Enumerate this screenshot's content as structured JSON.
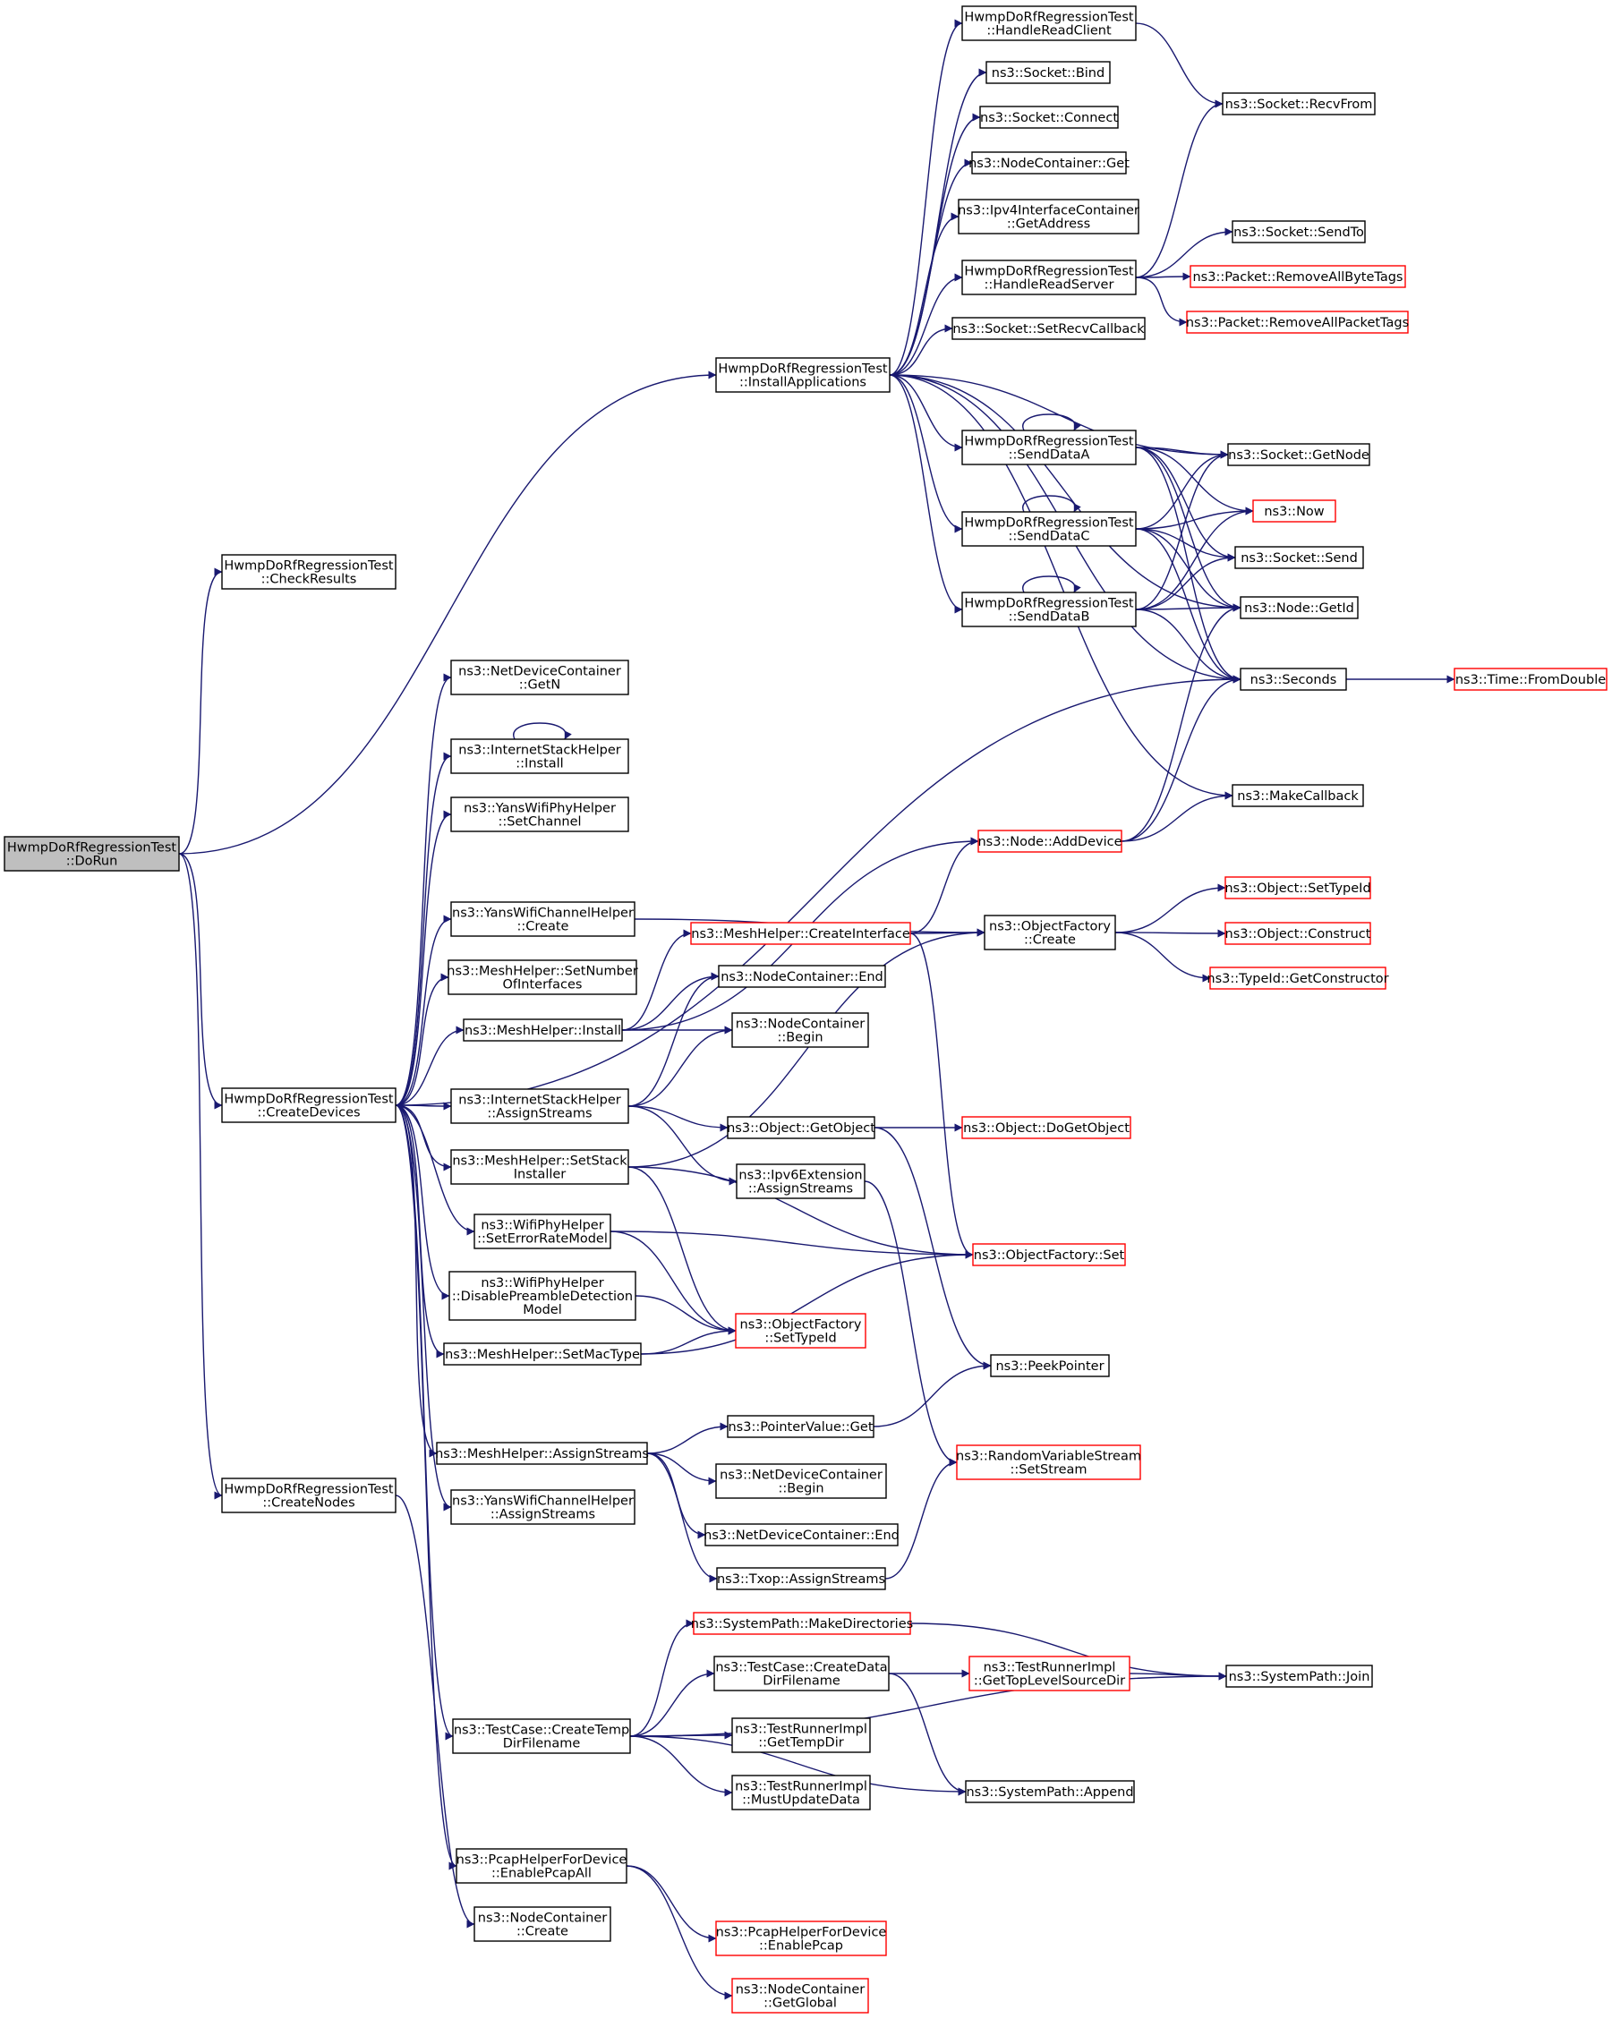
{
  "colors": {
    "edge": "#191970",
    "node_border": "#000000",
    "external_border": "#ff0000",
    "root_fill": "#bfbfbf",
    "background": "#ffffff"
  },
  "nodes": [
    {
      "id": "dorun",
      "lines": [
        "HwmpDoRfRegressionTest",
        "::DoRun"
      ],
      "root": true
    },
    {
      "id": "checkresults",
      "lines": [
        "HwmpDoRfRegressionTest",
        "::CheckResults"
      ]
    },
    {
      "id": "installapps",
      "lines": [
        "HwmpDoRfRegressionTest",
        "::InstallApplications"
      ]
    },
    {
      "id": "createdevices",
      "lines": [
        "HwmpDoRfRegressionTest",
        "::CreateDevices"
      ]
    },
    {
      "id": "createnodes",
      "lines": [
        "HwmpDoRfRegressionTest",
        "::CreateNodes"
      ]
    },
    {
      "id": "handlereadclient",
      "lines": [
        "HwmpDoRfRegressionTest",
        "::HandleReadClient"
      ]
    },
    {
      "id": "socketbind",
      "lines": [
        "ns3::Socket::Bind"
      ]
    },
    {
      "id": "socketconnect",
      "lines": [
        "ns3::Socket::Connect"
      ]
    },
    {
      "id": "nodecontainerget",
      "lines": [
        "ns3::NodeContainer::Get"
      ]
    },
    {
      "id": "ipv4getaddress",
      "lines": [
        "ns3::Ipv4InterfaceContainer",
        "::GetAddress"
      ]
    },
    {
      "id": "handlereadserver",
      "lines": [
        "HwmpDoRfRegressionTest",
        "::HandleReadServer"
      ]
    },
    {
      "id": "setrecvcallback",
      "lines": [
        "ns3::Socket::SetRecvCallback"
      ]
    },
    {
      "id": "senddataa",
      "lines": [
        "HwmpDoRfRegressionTest",
        "::SendDataA"
      ]
    },
    {
      "id": "senddatac",
      "lines": [
        "HwmpDoRfRegressionTest",
        "::SendDataC"
      ]
    },
    {
      "id": "senddatab",
      "lines": [
        "HwmpDoRfRegressionTest",
        "::SendDataB"
      ]
    },
    {
      "id": "recvfrom",
      "lines": [
        "ns3::Socket::RecvFrom"
      ]
    },
    {
      "id": "sendto",
      "lines": [
        "ns3::Socket::SendTo"
      ]
    },
    {
      "id": "removeallbytetags",
      "lines": [
        "ns3::Packet::RemoveAllByteTags"
      ],
      "red": true
    },
    {
      "id": "removeallpackettags",
      "lines": [
        "ns3::Packet::RemoveAllPacketTags"
      ],
      "red": true
    },
    {
      "id": "socketgetnode",
      "lines": [
        "ns3::Socket::GetNode"
      ]
    },
    {
      "id": "now",
      "lines": [
        "ns3::Now"
      ],
      "red": true
    },
    {
      "id": "socketsend",
      "lines": [
        "ns3::Socket::Send"
      ]
    },
    {
      "id": "nodegetid",
      "lines": [
        "ns3::Node::GetId"
      ]
    },
    {
      "id": "seconds",
      "lines": [
        "ns3::Seconds"
      ]
    },
    {
      "id": "fromdouble",
      "lines": [
        "ns3::Time::FromDouble"
      ],
      "red": true
    },
    {
      "id": "makecallback",
      "lines": [
        "ns3::MakeCallback"
      ]
    },
    {
      "id": "nodeadddevice",
      "lines": [
        "ns3::Node::AddDevice"
      ],
      "red": true
    },
    {
      "id": "ndcgetn",
      "lines": [
        "ns3::NetDeviceContainer",
        "::GetN"
      ]
    },
    {
      "id": "ishinstall",
      "lines": [
        "ns3::InternetStackHelper",
        "::Install"
      ]
    },
    {
      "id": "yanssetchannel",
      "lines": [
        "ns3::YansWifiPhyHelper",
        "::SetChannel"
      ]
    },
    {
      "id": "yanschannelcreate",
      "lines": [
        "ns3::YansWifiChannelHelper",
        "::Create"
      ]
    },
    {
      "id": "setnumberofinterfaces",
      "lines": [
        "ns3::MeshHelper::SetNumber",
        "OfInterfaces"
      ]
    },
    {
      "id": "meshinstall",
      "lines": [
        "ns3::MeshHelper::Install"
      ]
    },
    {
      "id": "ishassignstreams",
      "lines": [
        "ns3::InternetStackHelper",
        "::AssignStreams"
      ]
    },
    {
      "id": "setstackinstaller",
      "lines": [
        "ns3::MeshHelper::SetStack",
        "Installer"
      ]
    },
    {
      "id": "seterrorratemodel",
      "lines": [
        "ns3::WifiPhyHelper",
        "::SetErrorRateModel"
      ]
    },
    {
      "id": "disablepreamble",
      "lines": [
        "ns3::WifiPhyHelper",
        "::DisablePreambleDetection",
        "Model"
      ]
    },
    {
      "id": "setmactype",
      "lines": [
        "ns3::MeshHelper::SetMacType"
      ]
    },
    {
      "id": "meshassignstreams",
      "lines": [
        "ns3::MeshHelper::AssignStreams"
      ]
    },
    {
      "id": "yanschannelassign",
      "lines": [
        "ns3::YansWifiChannelHelper",
        "::AssignStreams"
      ]
    },
    {
      "id": "createtempdir",
      "lines": [
        "ns3::TestCase::CreateTemp",
        "DirFilename"
      ]
    },
    {
      "id": "enablepcapall",
      "lines": [
        "ns3::PcapHelperForDevice",
        "::EnablePcapAll"
      ]
    },
    {
      "id": "nccreate",
      "lines": [
        "ns3::NodeContainer",
        "::Create"
      ]
    },
    {
      "id": "createinterface",
      "lines": [
        "ns3::MeshHelper::CreateInterface"
      ],
      "red": true
    },
    {
      "id": "ofcreate",
      "lines": [
        "ns3::ObjectFactory",
        "::Create"
      ]
    },
    {
      "id": "ncend",
      "lines": [
        "ns3::NodeContainer::End"
      ]
    },
    {
      "id": "ncbegin",
      "lines": [
        "ns3::NodeContainer",
        "::Begin"
      ]
    },
    {
      "id": "objectgetobject",
      "lines": [
        "ns3::Object::GetObject"
      ]
    },
    {
      "id": "ipv6ext",
      "lines": [
        "ns3::Ipv6Extension",
        "::AssignStreams"
      ]
    },
    {
      "id": "settypeid",
      "lines": [
        "ns3::Object::SetTypeId"
      ],
      "red": true
    },
    {
      "id": "construct",
      "lines": [
        "ns3::Object::Construct"
      ],
      "red": true
    },
    {
      "id": "getconstructor",
      "lines": [
        "ns3::TypeId::GetConstructor"
      ],
      "red": true
    },
    {
      "id": "dogetobject",
      "lines": [
        "ns3::Object::DoGetObject"
      ],
      "red": true
    },
    {
      "id": "ofset",
      "lines": [
        "ns3::ObjectFactory::Set"
      ],
      "red": true
    },
    {
      "id": "ofsettypeid",
      "lines": [
        "ns3::ObjectFactory",
        "::SetTypeId"
      ],
      "red": true
    },
    {
      "id": "peekpointer",
      "lines": [
        "ns3::PeekPointer"
      ]
    },
    {
      "id": "pointervalueget",
      "lines": [
        "ns3::PointerValue::Get"
      ]
    },
    {
      "id": "ndcbegin",
      "lines": [
        "ns3::NetDeviceContainer",
        "::Begin"
      ]
    },
    {
      "id": "ndcend",
      "lines": [
        "ns3::NetDeviceContainer::End"
      ]
    },
    {
      "id": "txopassign",
      "lines": [
        "ns3::Txop::AssignStreams"
      ]
    },
    {
      "id": "rvssetstream",
      "lines": [
        "ns3::RandomVariableStream",
        "::SetStream"
      ],
      "red": true
    },
    {
      "id": "makedirectories",
      "lines": [
        "ns3::SystemPath::MakeDirectories"
      ],
      "red": true
    },
    {
      "id": "createdatadir",
      "lines": [
        "ns3::TestCase::CreateData",
        "DirFilename"
      ]
    },
    {
      "id": "gettoplevelsourcedir",
      "lines": [
        "ns3::TestRunnerImpl",
        "::GetTopLevelSourceDir"
      ],
      "red": true
    },
    {
      "id": "systempathjoin",
      "lines": [
        "ns3::SystemPath::Join"
      ]
    },
    {
      "id": "gettempdir",
      "lines": [
        "ns3::TestRunnerImpl",
        "::GetTempDir"
      ]
    },
    {
      "id": "mustupdatedata",
      "lines": [
        "ns3::TestRunnerImpl",
        "::MustUpdateData"
      ]
    },
    {
      "id": "systempathappend",
      "lines": [
        "ns3::SystemPath::Append"
      ]
    },
    {
      "id": "enablepcap",
      "lines": [
        "ns3::PcapHelperForDevice",
        "::EnablePcap"
      ],
      "red": true
    },
    {
      "id": "ncgetglobal",
      "lines": [
        "ns3::NodeContainer",
        "::GetGlobal"
      ],
      "red": true
    }
  ],
  "edges": [
    [
      "dorun",
      "checkresults"
    ],
    [
      "dorun",
      "installapps"
    ],
    [
      "dorun",
      "createdevices"
    ],
    [
      "dorun",
      "createnodes"
    ],
    [
      "installapps",
      "handlereadclient"
    ],
    [
      "installapps",
      "socketbind"
    ],
    [
      "installapps",
      "socketconnect"
    ],
    [
      "installapps",
      "nodecontainerget"
    ],
    [
      "installapps",
      "ipv4getaddress"
    ],
    [
      "installapps",
      "handlereadserver"
    ],
    [
      "installapps",
      "setrecvcallback"
    ],
    [
      "installapps",
      "senddataa"
    ],
    [
      "installapps",
      "senddatac"
    ],
    [
      "installapps",
      "senddatab"
    ],
    [
      "installapps",
      "socketgetnode"
    ],
    [
      "installapps",
      "nodegetid"
    ],
    [
      "installapps",
      "seconds"
    ],
    [
      "installapps",
      "makecallback"
    ],
    [
      "handlereadclient",
      "recvfrom"
    ],
    [
      "handlereadserver",
      "recvfrom"
    ],
    [
      "handlereadserver",
      "sendto"
    ],
    [
      "handlereadserver",
      "removeallbytetags"
    ],
    [
      "handlereadserver",
      "removeallpackettags"
    ],
    [
      "senddataa",
      "senddataa"
    ],
    [
      "senddataa",
      "socketgetnode"
    ],
    [
      "senddataa",
      "now"
    ],
    [
      "senddataa",
      "socketsend"
    ],
    [
      "senddataa",
      "nodegetid"
    ],
    [
      "senddataa",
      "seconds"
    ],
    [
      "senddatac",
      "senddatac"
    ],
    [
      "senddatac",
      "socketgetnode"
    ],
    [
      "senddatac",
      "now"
    ],
    [
      "senddatac",
      "socketsend"
    ],
    [
      "senddatac",
      "nodegetid"
    ],
    [
      "senddatac",
      "seconds"
    ],
    [
      "senddatab",
      "senddatab"
    ],
    [
      "senddatab",
      "socketgetnode"
    ],
    [
      "senddatab",
      "now"
    ],
    [
      "senddatab",
      "socketsend"
    ],
    [
      "senddatab",
      "nodegetid"
    ],
    [
      "senddatab",
      "seconds"
    ],
    [
      "seconds",
      "fromdouble"
    ],
    [
      "nodeadddevice",
      "nodegetid"
    ],
    [
      "nodeadddevice",
      "seconds"
    ],
    [
      "nodeadddevice",
      "makecallback"
    ],
    [
      "createdevices",
      "ndcgetn"
    ],
    [
      "createdevices",
      "ishinstall"
    ],
    [
      "createdevices",
      "yanssetchannel"
    ],
    [
      "createdevices",
      "yanschannelcreate"
    ],
    [
      "createdevices",
      "setnumberofinterfaces"
    ],
    [
      "createdevices",
      "meshinstall"
    ],
    [
      "createdevices",
      "ishassignstreams"
    ],
    [
      "createdevices",
      "setstackinstaller"
    ],
    [
      "createdevices",
      "seterrorratemodel"
    ],
    [
      "createdevices",
      "disablepreamble"
    ],
    [
      "createdevices",
      "setmactype"
    ],
    [
      "createdevices",
      "meshassignstreams"
    ],
    [
      "createdevices",
      "yanschannelassign"
    ],
    [
      "createdevices",
      "createtempdir"
    ],
    [
      "createdevices",
      "enablepcapall"
    ],
    [
      "createdevices",
      "seconds"
    ],
    [
      "ishinstall",
      "ishinstall"
    ],
    [
      "yanschannelcreate",
      "ofcreate"
    ],
    [
      "meshinstall",
      "nodeadddevice"
    ],
    [
      "meshinstall",
      "createinterface"
    ],
    [
      "meshinstall",
      "ncend"
    ],
    [
      "meshinstall",
      "ncbegin"
    ],
    [
      "createinterface",
      "nodeadddevice"
    ],
    [
      "createinterface",
      "ofcreate"
    ],
    [
      "createinterface",
      "ofset"
    ],
    [
      "ofcreate",
      "settypeid"
    ],
    [
      "ofcreate",
      "construct"
    ],
    [
      "ofcreate",
      "getconstructor"
    ],
    [
      "ishassignstreams",
      "ncend"
    ],
    [
      "ishassignstreams",
      "ncbegin"
    ],
    [
      "ishassignstreams",
      "objectgetobject"
    ],
    [
      "ishassignstreams",
      "ipv6ext"
    ],
    [
      "objectgetobject",
      "dogetobject"
    ],
    [
      "objectgetobject",
      "peekpointer"
    ],
    [
      "ipv6ext",
      "rvssetstream"
    ],
    [
      "setstackinstaller",
      "ofcreate"
    ],
    [
      "setstackinstaller",
      "ofset"
    ],
    [
      "setstackinstaller",
      "ofsettypeid"
    ],
    [
      "seterrorratemodel",
      "ofset"
    ],
    [
      "seterrorratemodel",
      "ofsettypeid"
    ],
    [
      "disablepreamble",
      "ofsettypeid"
    ],
    [
      "setmactype",
      "ofsettypeid"
    ],
    [
      "setmactype",
      "ofset"
    ],
    [
      "meshassignstreams",
      "pointervalueget"
    ],
    [
      "meshassignstreams",
      "ndcbegin"
    ],
    [
      "meshassignstreams",
      "ndcend"
    ],
    [
      "meshassignstreams",
      "txopassign"
    ],
    [
      "pointervalueget",
      "peekpointer"
    ],
    [
      "txopassign",
      "rvssetstream"
    ],
    [
      "createtempdir",
      "makedirectories"
    ],
    [
      "createtempdir",
      "createdatadir"
    ],
    [
      "createtempdir",
      "gettempdir"
    ],
    [
      "createtempdir",
      "mustupdatedata"
    ],
    [
      "createtempdir",
      "systempathappend"
    ],
    [
      "createtempdir",
      "systempathjoin"
    ],
    [
      "makedirectories",
      "systempathjoin"
    ],
    [
      "createdatadir",
      "gettoplevelsourcedir"
    ],
    [
      "createdatadir",
      "systempathappend"
    ],
    [
      "gettoplevelsourcedir",
      "systempathjoin"
    ],
    [
      "enablepcapall",
      "enablepcap"
    ],
    [
      "enablepcapall",
      "ncgetglobal"
    ],
    [
      "createnodes",
      "nccreate"
    ]
  ]
}
